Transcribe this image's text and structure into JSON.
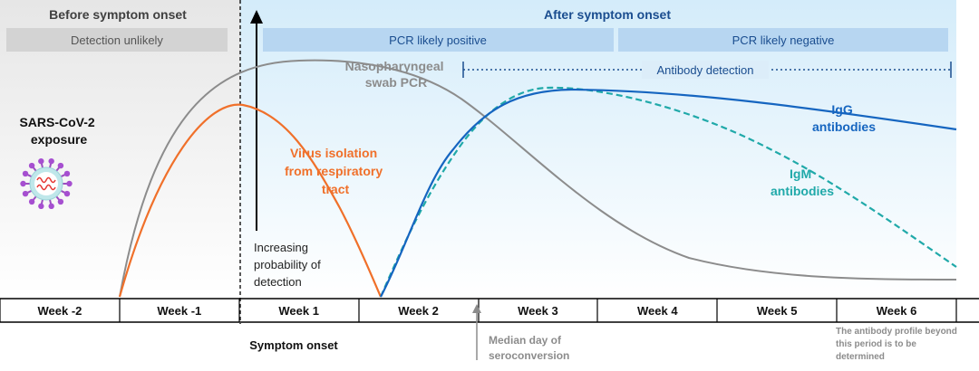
{
  "phases": {
    "before": {
      "title": "Before symptom onset",
      "detection_label": "Detection unlikely"
    },
    "after": {
      "title": "After symptom onset",
      "pcr_positive_label": "PCR likely positive",
      "pcr_negative_label": "PCR likely negative",
      "antibody_detection_label": "Antibody detection"
    }
  },
  "annotations": {
    "exposure": [
      "SARS-CoV-2",
      "exposure"
    ],
    "pcr_curve": [
      "Nasopharyngeal",
      "swab PCR"
    ],
    "virus_isolation": [
      "Virus isolation",
      "from respiratory",
      "tract"
    ],
    "igg": [
      "IgG",
      "antibodies"
    ],
    "igm": [
      "IgM",
      "antibodies"
    ],
    "probability": [
      "Increasing",
      "probability of",
      "detection"
    ],
    "symptom_onset": "Symptom onset",
    "seroconversion": [
      "Median day of",
      "seroconversion"
    ],
    "profile_note": [
      "The antibody profile beyond",
      "this period is to be",
      "determined"
    ]
  },
  "weeks": [
    "Week -2",
    "Week -1",
    "Week 1",
    "Week 2",
    "Week 3",
    "Week 4",
    "Week 5",
    "Week 6"
  ],
  "colors": {
    "pcr": "#8c8c8c",
    "virus": "#f0702a",
    "igg": "#1565c0",
    "igm": "#20a9a9",
    "before_bg": "#efefef",
    "after_bg": "#dff0fb",
    "band": "#b7d6f1",
    "grey_band": "#d3d3d3"
  },
  "icons": {
    "virus": "coronavirus-icon"
  }
}
